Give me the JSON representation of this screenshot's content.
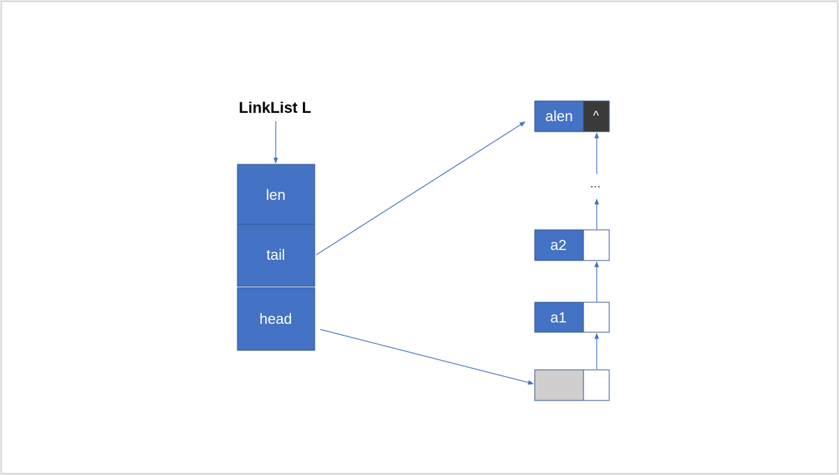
{
  "diagram": {
    "title": "LinkList L",
    "struct_fields": [
      "len",
      "tail",
      "head"
    ],
    "nodes": [
      {
        "data": "",
        "next": "",
        "kind": "head-sentinel"
      },
      {
        "data": "a1",
        "next": ""
      },
      {
        "data": "a2",
        "next": ""
      },
      {
        "data": "alen",
        "next": "^"
      }
    ],
    "ellipsis": "…",
    "colors": {
      "field_fill": "#4472c4",
      "field_border": "#2f528f",
      "sentinel_fill": "#d0cece",
      "null_fill": "#3a3a3a",
      "arrow": "#4472c4"
    }
  }
}
